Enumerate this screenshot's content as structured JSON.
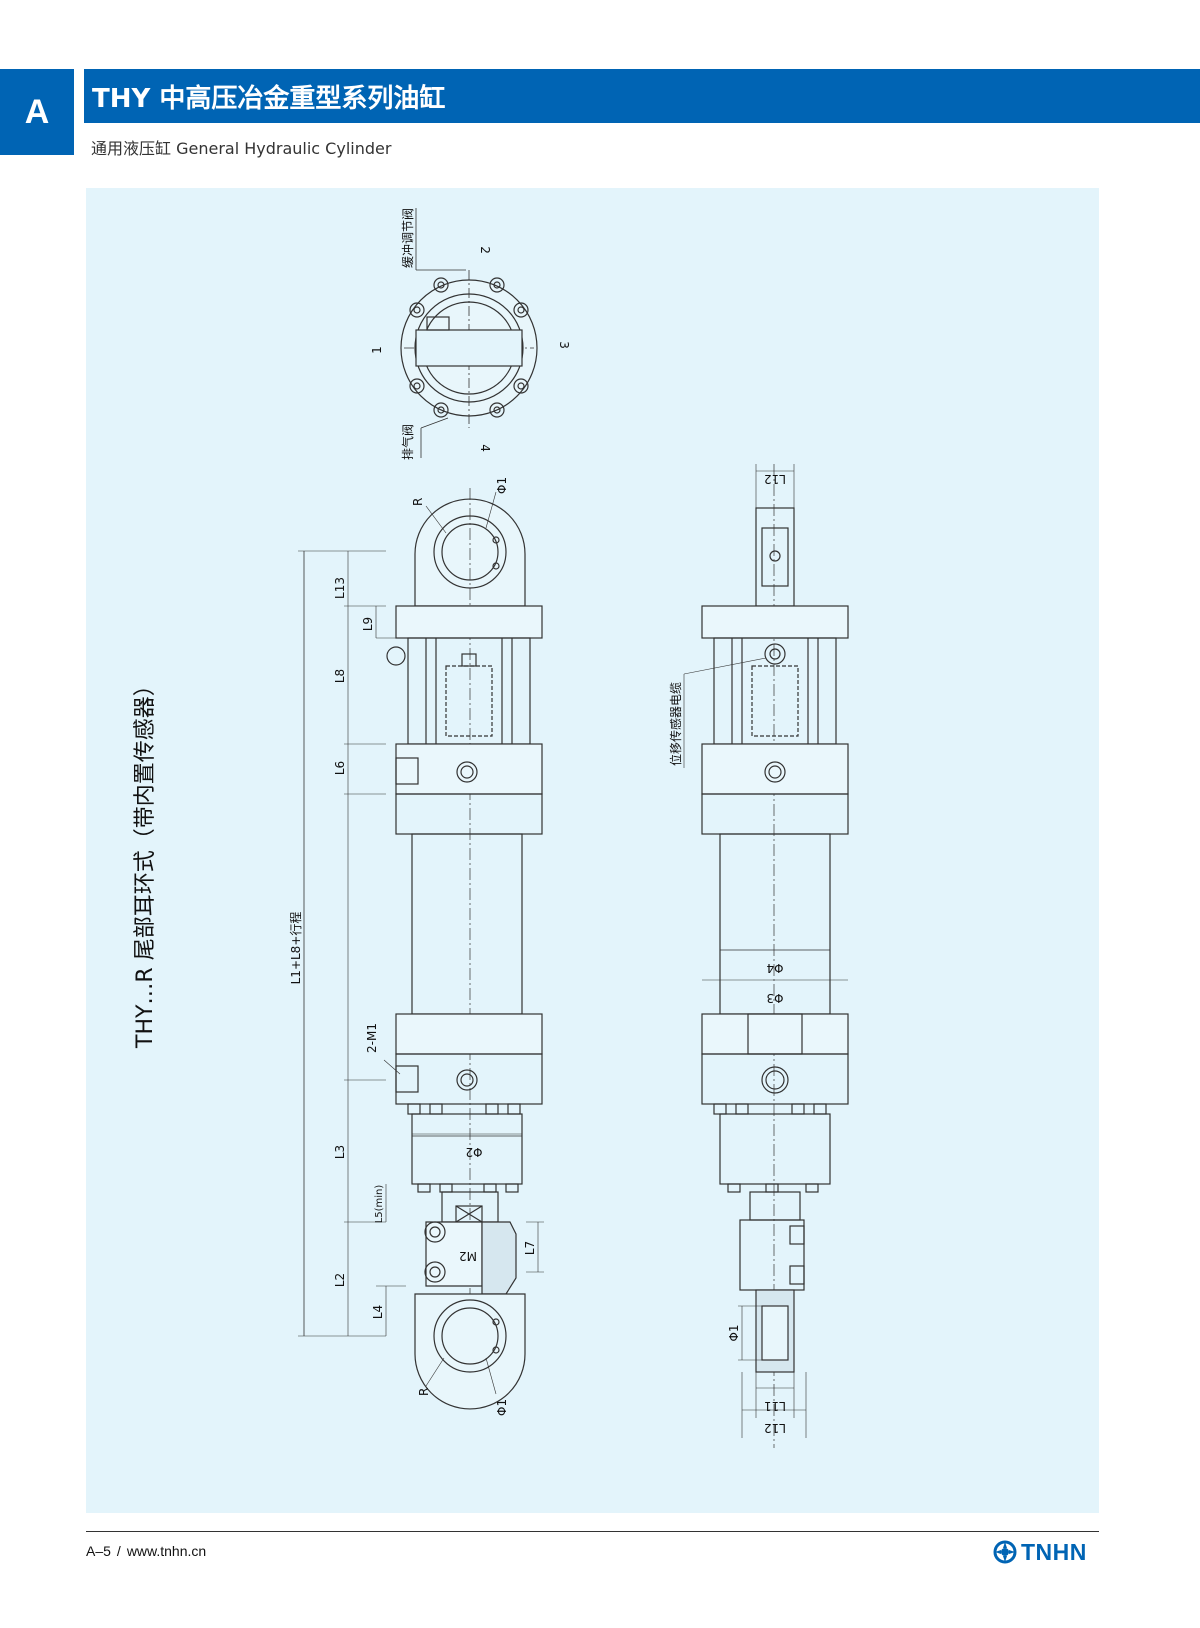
{
  "header": {
    "section_letter": "A",
    "title": "THY 中高压冶金重型系列油缸",
    "subtitle": "通用液压缸 General Hydraulic Cylinder"
  },
  "drawing": {
    "vertical_title": "THY…R 尾部耳环式（带内置传感器）",
    "end_view": {
      "label_buffer_valve": "缓冲调节阀",
      "label_bleed_valve": "排气阀",
      "port_1": "1",
      "port_2": "2",
      "port_3": "3",
      "port_4": "4"
    },
    "side_view": {
      "R_top": "R",
      "phi1_top": "Φ1",
      "L13": "L13",
      "L9": "L9",
      "L8": "L8",
      "L6": "L6",
      "overall": "L1+L8+行程",
      "M1": "2-M1",
      "phi2": "Φ2",
      "L3": "L3",
      "L5": "L5(min)",
      "L2": "L2",
      "L4": "L4",
      "M2": "M2",
      "L7": "L7",
      "R_bottom": "R",
      "phi1_bottom": "Φ1"
    },
    "front_view": {
      "L12_top": "L12",
      "sensor_cable": "位移传感器电缆",
      "phi4": "Φ4",
      "phi3": "Φ3",
      "phi1": "Φ1",
      "L11": "L11",
      "L12_bottom": "L12"
    }
  },
  "footer": {
    "page": "A–5",
    "separator": "/",
    "url": "www.tnhn.cn",
    "brand": "TNHN"
  },
  "colors": {
    "brand_blue": "#0064b4",
    "panel_bg": "#e3f4fb",
    "line": "#333333"
  }
}
